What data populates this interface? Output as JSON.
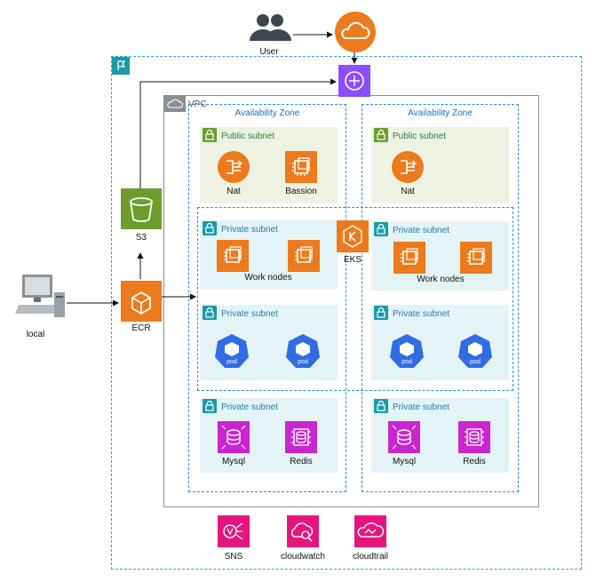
{
  "top": {
    "user_label": "User"
  },
  "left": {
    "local_label": "local",
    "s3_label": "S3",
    "ecr_label": "ECR"
  },
  "vpc": {
    "label": "VPC"
  },
  "az": {
    "left_title": "Availability Zone",
    "right_title": "Availability Zone"
  },
  "subnets": {
    "public": "Public subnet",
    "private": "Private subnet"
  },
  "nodes": {
    "nat": "Nat",
    "bastion": "Bassion",
    "work_nodes": "Work nodes",
    "eks": "EKS",
    "pod": "pod",
    "mysql": "Mysql",
    "redis": "Redis"
  },
  "bottom": {
    "sns": "SNS",
    "cloudwatch": "cloudwatch",
    "cloudtrail": "cloudtrail"
  },
  "colors": {
    "orange": "#ed7a1c",
    "green": "#6b9e2c",
    "pink": "#e7157b",
    "purple": "#8c4fff",
    "k8s_blue": "#326ce5",
    "region": "#2aa7c8"
  }
}
